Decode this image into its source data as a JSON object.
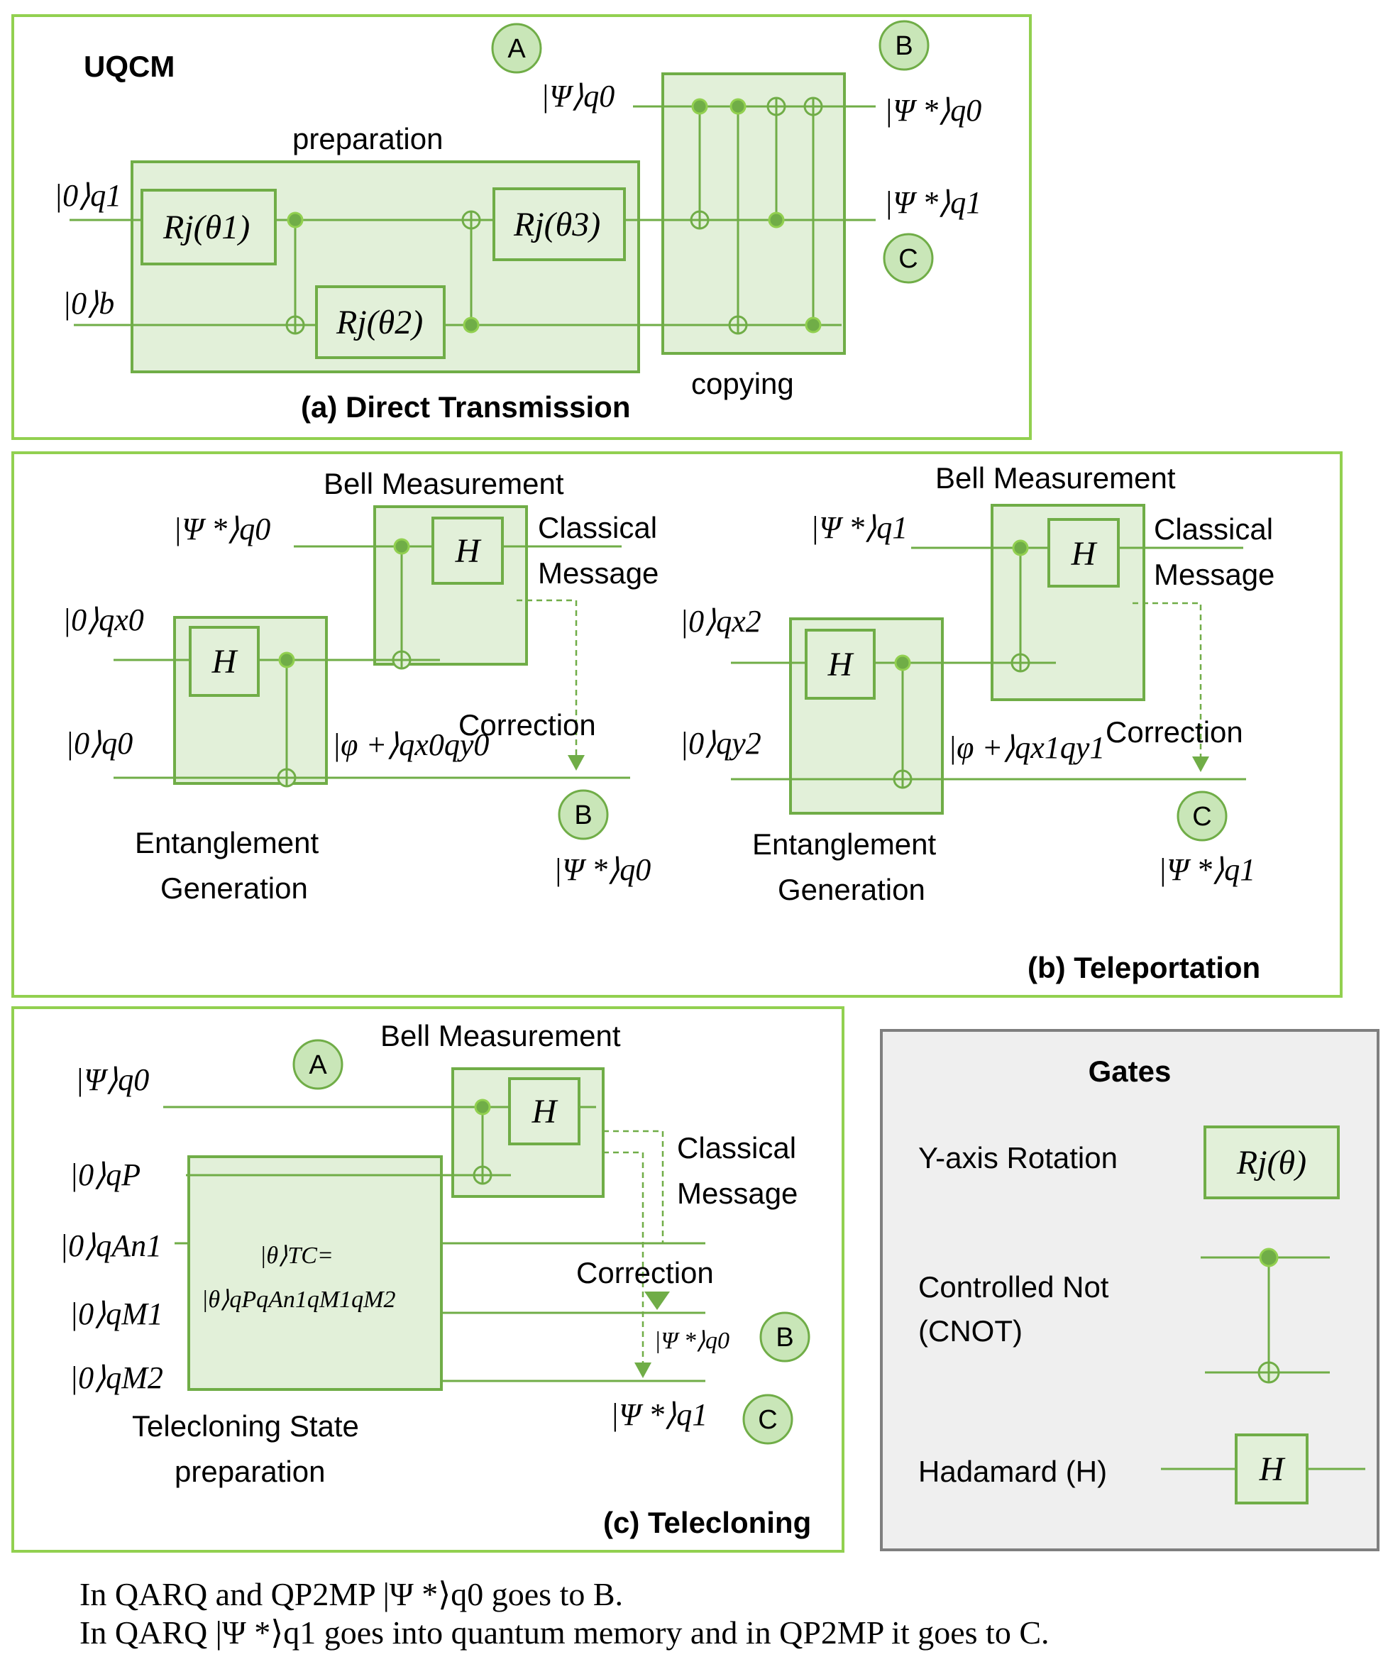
{
  "panel_a": {
    "title": "UQCM",
    "caption": "(a) Direct Transmission",
    "preparation_label": "preparation",
    "copying_label": "copying",
    "input_psi": "|Ψ⟩q0",
    "input_zero_q1": "|0⟩q1",
    "input_zero_b": "|0⟩b",
    "output_q0": "|Ψ *⟩q0",
    "output_q1": "|Ψ *⟩q1",
    "gate_r1": "Rj(θ1)",
    "gate_r2": "Rj(θ2)",
    "gate_r3": "Rj(θ3)",
    "marker_a": "A",
    "marker_b": "B",
    "marker_c": "C"
  },
  "panel_b": {
    "caption": "(b) Teleportation",
    "left": {
      "bell_label": "Bell Measurement",
      "input_psi": "|Ψ *⟩q0",
      "classical_1": "Classical",
      "classical_2": "Message",
      "zero_x": "|0⟩qx0",
      "zero_q": "|0⟩q0",
      "epr": "|φ +⟩qx0qy0",
      "correction": "Correction",
      "ent_1": "Entanglement",
      "ent_2": "Generation",
      "output": "|Ψ *⟩q0",
      "marker": "B",
      "gate_h1": "H",
      "gate_h2": "H"
    },
    "right": {
      "bell_label": "Bell Measurement",
      "input_psi": "|Ψ *⟩q1",
      "classical_1": "Classical",
      "classical_2": "Message",
      "zero_x": "|0⟩qx2",
      "zero_q": "|0⟩qy2",
      "epr": "|φ +⟩qx1qy1",
      "correction": "Correction",
      "ent_1": "Entanglement",
      "ent_2": "Generation",
      "output": "|Ψ *⟩q1",
      "marker": "C",
      "gate_h1": "H",
      "gate_h2": "H"
    }
  },
  "panel_c": {
    "caption": "(c) Telecloning",
    "bell_label": "Bell Measurement",
    "input_psi": "|Ψ⟩q0",
    "zero_p": "|0⟩qP",
    "zero_an1": "|0⟩qAn1",
    "zero_m1": "|0⟩qM1",
    "zero_m2": "|0⟩qM2",
    "state_1": "|θ⟩TC=",
    "state_2": "|θ⟩qPqAn1qM1qM2",
    "classical_1": "Classical",
    "classical_2": "Message",
    "correction": "Correction",
    "output_q0": "|Ψ *⟩q0",
    "output_q1": "|Ψ *⟩q1",
    "prep_1": "Telecloning State",
    "prep_2": "preparation",
    "marker_a": "A",
    "marker_b": "B",
    "marker_c": "C",
    "gate_h": "H"
  },
  "legend": {
    "title": "Gates",
    "y_rotation": "Y-axis Rotation",
    "y_rotation_gate": "Rj(θ)",
    "cnot_1": "Controlled Not",
    "cnot_2": "(CNOT)",
    "hadamard": "Hadamard (H)",
    "hadamard_gate": "H"
  },
  "notes": {
    "line_1": "In QARQ and QP2MP |Ψ *⟩q0 goes to B.",
    "line_2": "In QARQ |Ψ *⟩q1 goes into quantum memory and in QP2MP it goes to C."
  },
  "colors": {
    "accent_green": "#70ad47",
    "light_green": "#e2f0d9",
    "panel_border": "#92d050",
    "legend_gray": "#efefef"
  }
}
